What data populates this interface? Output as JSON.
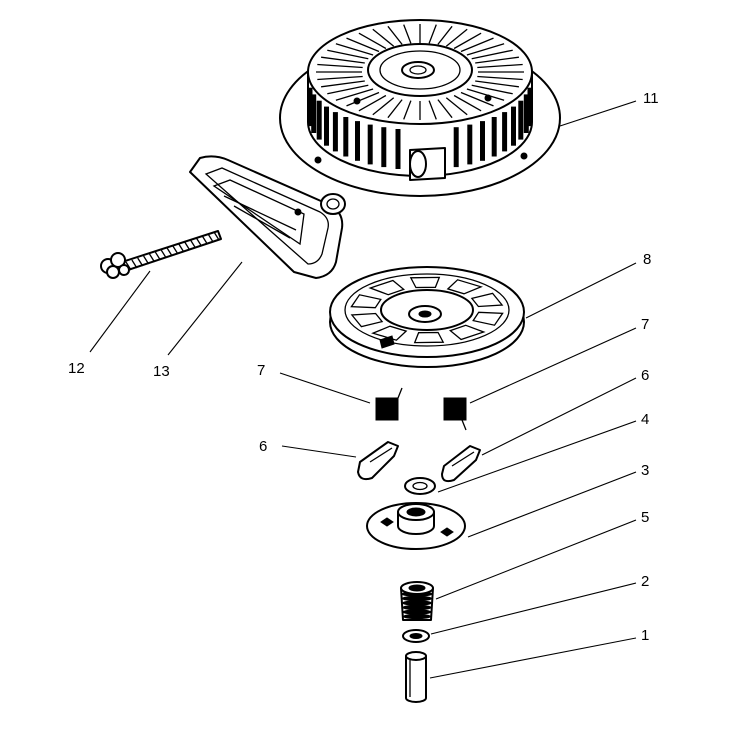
{
  "diagram": {
    "callouts": {
      "n1": "1",
      "n2": "2",
      "n3": "3",
      "n4": "4",
      "n5": "5",
      "n6_left": "6",
      "n6_right": "6",
      "n7_left": "7",
      "n7_right": "7",
      "n8": "8",
      "n11": "11",
      "n12": "12",
      "n13": "13"
    }
  }
}
